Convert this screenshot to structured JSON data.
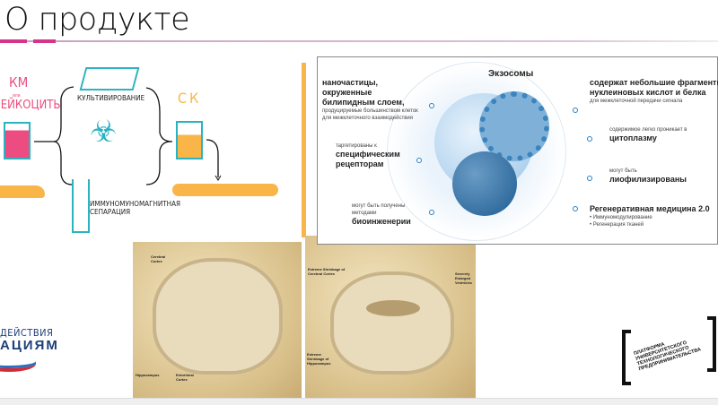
{
  "slide": {
    "title": "О продукте"
  },
  "process": {
    "source_top": "КМ",
    "source_or": "или",
    "source_bottom": "ЛЕЙКОЦИТЫ",
    "step1": "КУЛЬТИВИРОВАНИЕ",
    "step2": "ИММУНОМУНОМАГНИТНАЯ СЕПАРАЦИЯ",
    "result": "СК"
  },
  "exosomes": {
    "title": "Экзосомы",
    "left": [
      {
        "bold": "наночастицы, окруженные билипидным слоем,",
        "text": "продуцируемые большинством клеток для межклеточного взаимодействия"
      },
      {
        "pre": "таргетированы к",
        "bold": "специфическим рецепторам"
      },
      {
        "pre": "могут быть получены методами",
        "bold": "биоинженерии"
      }
    ],
    "right": [
      {
        "bold": "содержат небольшие фрагменты нуклеиновых кислот и белка",
        "text": "для межклеточной передачи сигнала"
      },
      {
        "pre": "содержимое легко проникает в",
        "bold": "цитоплазму"
      },
      {
        "pre": "могут быть",
        "bold": "лиофилизированы"
      },
      {
        "bold": "Регенеративная медицина 2.0",
        "bullets": [
          "• Иммуномодулирование",
          "• Регенерация тканей"
        ]
      }
    ]
  },
  "brain_normal": {
    "labels": [
      "Cerebral Cortex",
      "Hippocampus",
      "Entorhinal Cortex"
    ]
  },
  "brain_alz": {
    "labels": [
      "Extreme Shrinkage of Cerebral Cortex",
      "Severely Enlarged Ventricles",
      "Extreme Shrinkage of Hippocampus"
    ]
  },
  "logo_left": {
    "line1": "ДЕЙСТВИЯ",
    "line2": "АЦИЯМ"
  },
  "logo_right": {
    "text": "ПЛАТФОРМА УНИВЕРСИТЕТСКОГО ТЕХНОЛОГИЧЕСКОГО ПРЕДПРИНИМАТЕЛЬСТВА"
  },
  "colors": {
    "accent": "#d6338a",
    "orange": "#f9b548",
    "teal": "#2bb3c0",
    "pink": "#ec4c7f"
  }
}
